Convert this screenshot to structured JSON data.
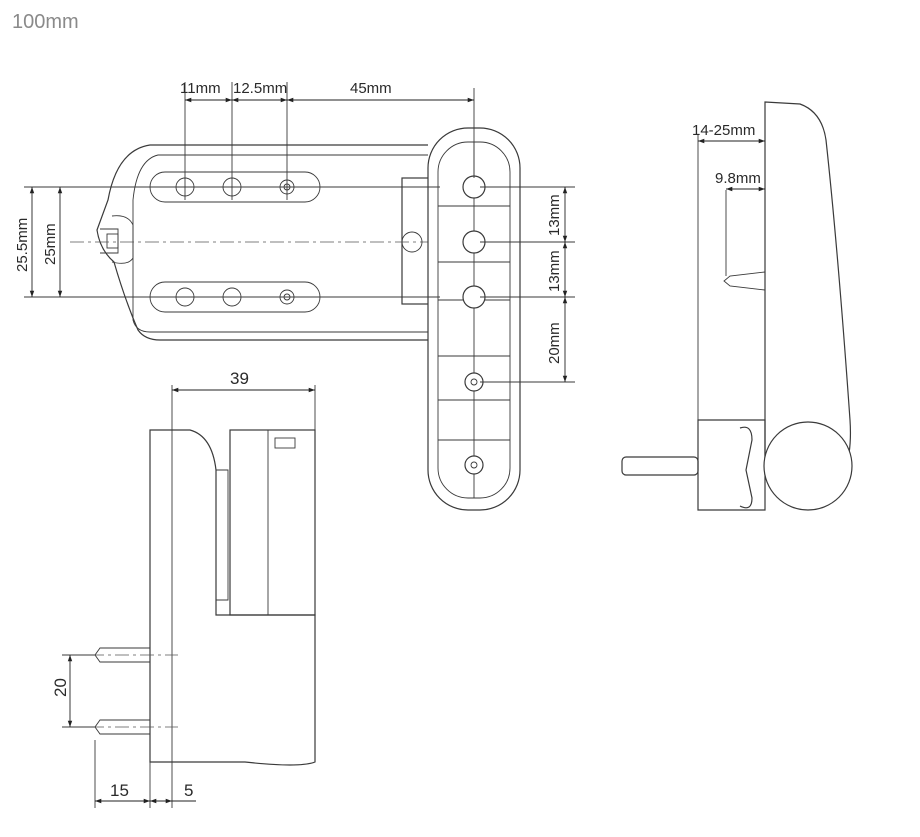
{
  "title": "100mm",
  "dimensions": {
    "d_11mm": "11mm",
    "d_12_5mm": "12.5mm",
    "d_45mm": "45mm",
    "d_25_5mm": "25.5mm",
    "d_25mm": "25mm",
    "d_13mm_a": "13mm",
    "d_13mm_b": "13mm",
    "d_20mm": "20mm",
    "d_14_25mm": "14-25mm",
    "d_9_8mm": "9.8mm",
    "d_39": "39",
    "d_20": "20",
    "d_15": "15",
    "d_5": "5"
  },
  "colors": {
    "line": "#3a3a3a",
    "title": "#8a8a8a",
    "background": "#ffffff"
  }
}
